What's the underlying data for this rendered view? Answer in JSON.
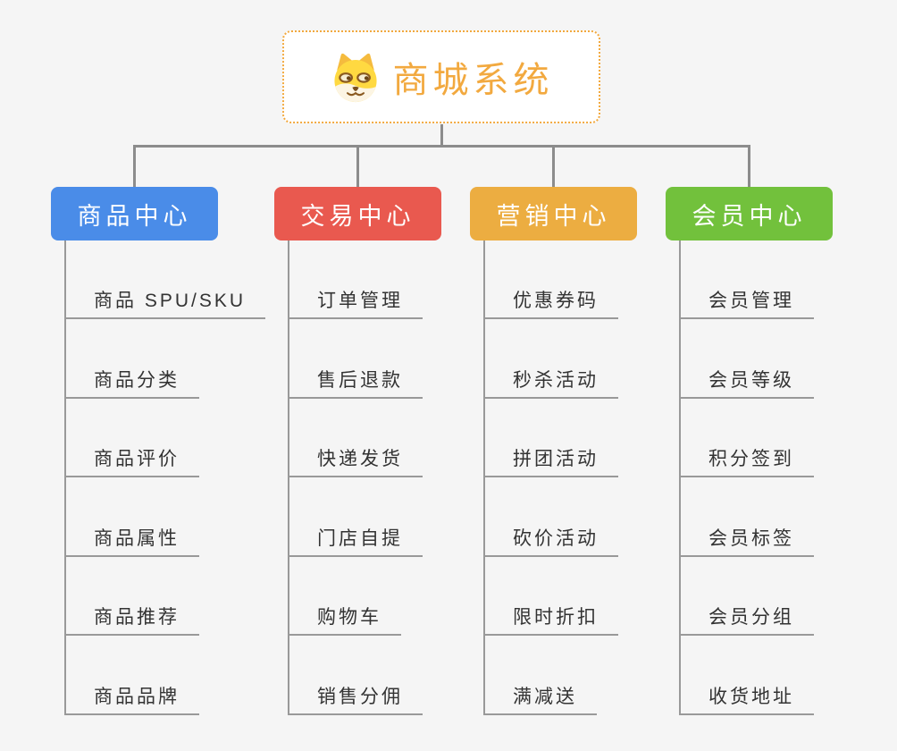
{
  "background_color": "#F5F5F5",
  "connector_color": "#8C8C8C",
  "child_line_color": "#999999",
  "child_text_color": "#333333",
  "root": {
    "title": "商城系统",
    "icon": "shiba-dog-icon",
    "text_color": "#F2A93F",
    "border_color": "#F2A93F",
    "background": "#FFFFFF"
  },
  "branches": [
    {
      "label": "商品中心",
      "color": "#4A8CE8",
      "items": [
        "商品 SPU/SKU",
        "商品分类",
        "商品评价",
        "商品属性",
        "商品推荐",
        "商品品牌"
      ]
    },
    {
      "label": "交易中心",
      "color": "#E9594F",
      "items": [
        "订单管理",
        "售后退款",
        "快递发货",
        "门店自提",
        "购物车",
        "销售分佣"
      ]
    },
    {
      "label": "营销中心",
      "color": "#ECAD41",
      "items": [
        "优惠券码",
        "秒杀活动",
        "拼团活动",
        "砍价活动",
        "限时折扣",
        "满减送"
      ]
    },
    {
      "label": "会员中心",
      "color": "#72C13C",
      "items": [
        "会员管理",
        "会员等级",
        "积分签到",
        "会员标签",
        "会员分组",
        "收货地址"
      ]
    }
  ]
}
